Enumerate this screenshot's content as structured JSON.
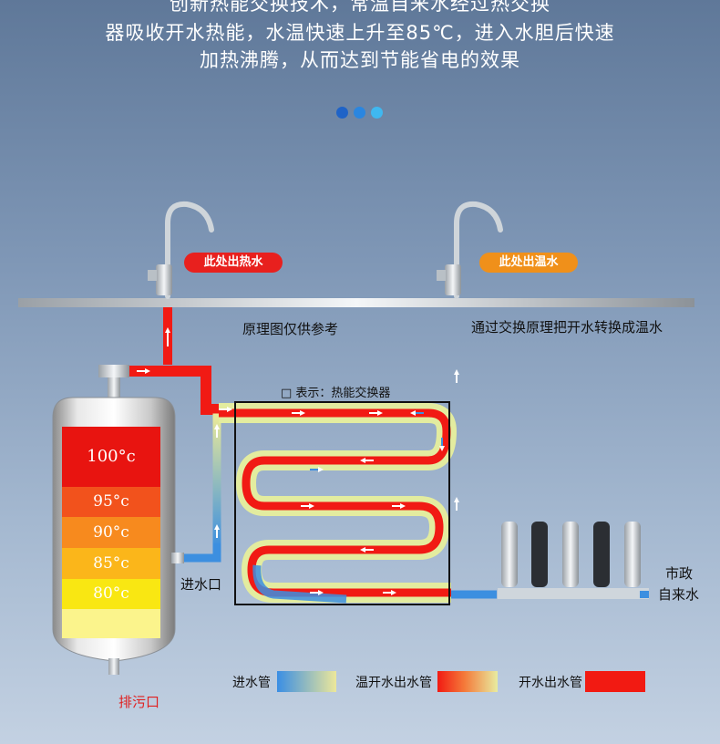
{
  "intro": {
    "line1": "创新热能交换技术，常温自来水经过热交换",
    "line2": "器吸收开水热能，水温快速上升至85℃，进入水胆后快速",
    "line3": "加热沸腾，从而达到节能省电的效果"
  },
  "pager": {
    "dot_colors": [
      "#1f63c7",
      "#2a86e0",
      "#3fb8f0"
    ]
  },
  "tags": {
    "hot": {
      "text": "此处出热水",
      "color": "#e8201e"
    },
    "warm": {
      "text": "此处出温水",
      "color": "#f0901a"
    }
  },
  "labels": {
    "principle": "原理图仅供参考",
    "convert": "通过交换原理把开水转换成温水",
    "exchanger": "□ 表示：热能交换器",
    "inlet": "进水口",
    "drain": "排污口",
    "city1": "市政",
    "city2": "自来水"
  },
  "tank": {
    "temps": [
      {
        "text": "100°c",
        "color": "#e81410"
      },
      {
        "text": "95°c",
        "color": "#f2521c"
      },
      {
        "text": "90°c",
        "color": "#f78a1e"
      },
      {
        "text": "85°c",
        "color": "#fbb61a"
      },
      {
        "text": "80°c",
        "color": "#f9e712"
      }
    ]
  },
  "legend": {
    "inlet_pipe": "进水管",
    "warm_pipe": "温开水出水管",
    "hot_pipe": "开水出水管"
  },
  "colors": {
    "hot": "#f11a14",
    "cold": "#3c8fe0",
    "warm": "#e7e89a",
    "label_red": "#e02020"
  }
}
